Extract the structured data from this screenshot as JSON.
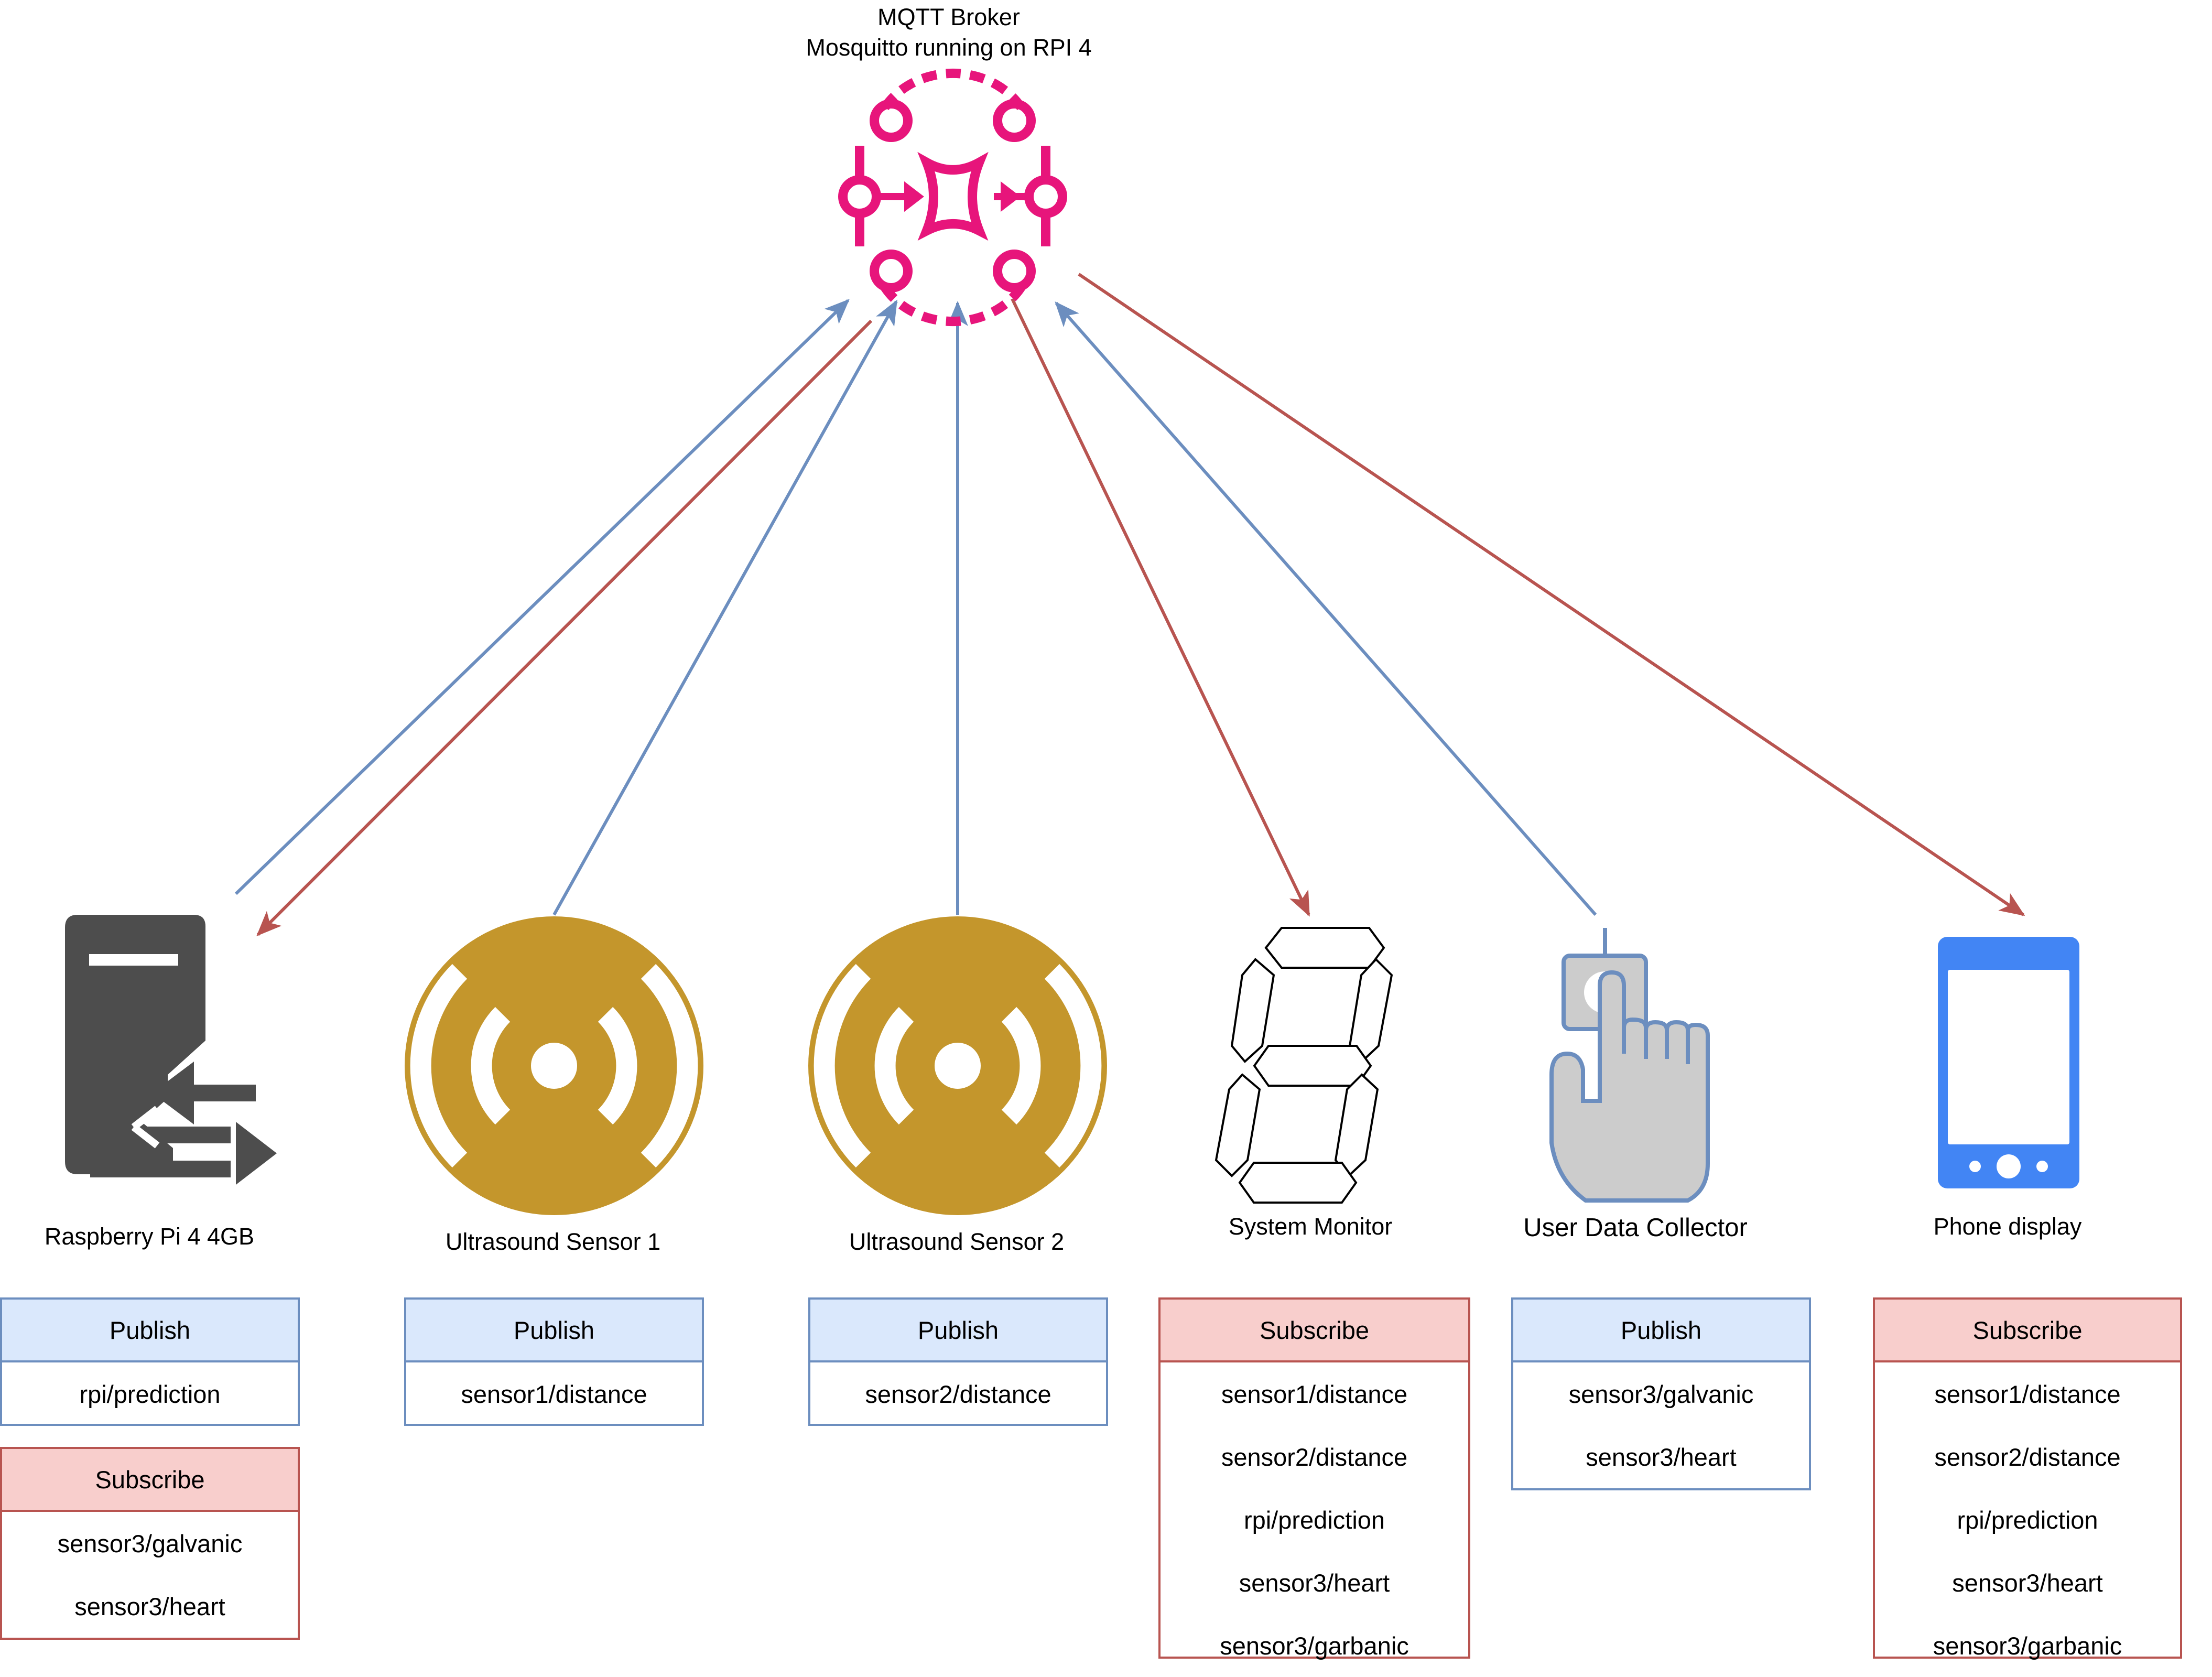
{
  "broker": {
    "title": "MQTT Broker",
    "subtitle": "Mosquitto running on RPI 4",
    "icon": "mqtt-broker-icon",
    "color": "#e7157b"
  },
  "colors": {
    "publish_arrow": "#6c8ebf",
    "subscribe_arrow": "#b85450",
    "publish_fill": "#dae8fc",
    "subscribe_fill": "#f8cecc"
  },
  "nodes": [
    {
      "id": "rpi",
      "label": "Raspberry Pi 4 4GB",
      "icon": "server-icon",
      "publish": {
        "header": "Publish",
        "topics": [
          "rpi/prediction"
        ]
      },
      "subscribe": {
        "header": "Subscribe",
        "topics": [
          "sensor3/galvanic",
          "sensor3/heart"
        ]
      }
    },
    {
      "id": "us1",
      "label": "Ultrasound Sensor 1",
      "icon": "sensor-icon",
      "publish": {
        "header": "Publish",
        "topics": [
          "sensor1/distance"
        ]
      }
    },
    {
      "id": "us2",
      "label": "Ultrasound Sensor 2",
      "icon": "sensor-icon",
      "publish": {
        "header": "Publish",
        "topics": [
          "sensor2/distance"
        ]
      }
    },
    {
      "id": "monitor",
      "label": "System Monitor",
      "icon": "seven-segment-display-icon",
      "subscribe": {
        "header": "Subscribe",
        "topics": [
          "sensor1/distance",
          "sensor2/distance",
          "rpi/prediction",
          "sensor3/heart",
          "sensor3/garbanic"
        ]
      }
    },
    {
      "id": "collector",
      "label": "User Data Collector",
      "icon": "hand-button-icon",
      "publish": {
        "header": "Publish",
        "topics": [
          "sensor3/galvanic",
          "sensor3/heart"
        ]
      }
    },
    {
      "id": "phone",
      "label": "Phone display",
      "icon": "phone-icon",
      "subscribe": {
        "header": "Subscribe",
        "topics": [
          "sensor1/distance",
          "sensor2/distance",
          "rpi/prediction",
          "sensor3/heart",
          "sensor3/garbanic"
        ]
      }
    }
  ]
}
